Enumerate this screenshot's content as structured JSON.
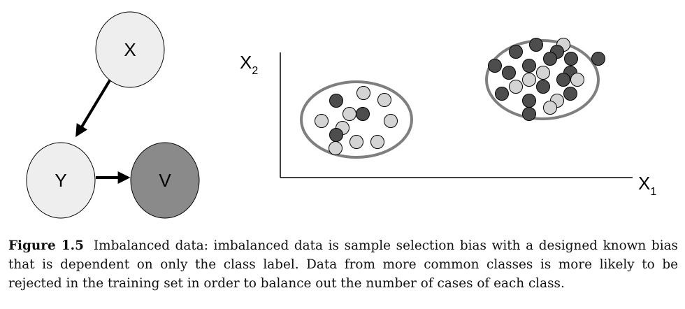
{
  "graph": {
    "nodes": [
      {
        "id": "X",
        "label": "X",
        "fill": "#eeeeee"
      },
      {
        "id": "Y",
        "label": "Y",
        "fill": "#eeeeee"
      },
      {
        "id": "V",
        "label": "V",
        "fill": "#8a8a8a"
      }
    ],
    "edges": [
      {
        "from": "X",
        "to": "Y"
      },
      {
        "from": "Y",
        "to": "V"
      }
    ]
  },
  "scatter": {
    "y_axis_label": "X",
    "y_axis_sub": "2",
    "x_axis_label": "X",
    "x_axis_sub": "1",
    "colors": {
      "dark": "#4d4d4d",
      "light": "#d4d4d4",
      "cluster_outline": "#7f7f7f"
    }
  },
  "caption": {
    "label": "Figure 1.5",
    "text": "Imbalanced data: imbalanced data is sample selection bias with a designed known bias that is dependent on only the class label. Data from more common classes is more likely to be rejected in the training set in order to balance out the number of cases of each class."
  }
}
